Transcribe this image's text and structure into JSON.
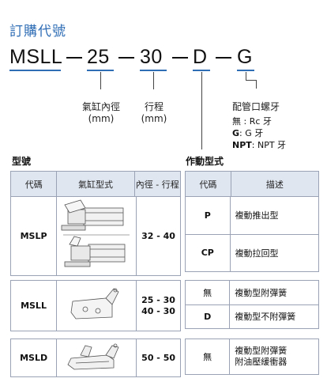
{
  "title": "訂購代號",
  "code": {
    "parts": [
      "MSLL",
      "25",
      "30",
      "D",
      "G"
    ]
  },
  "params": {
    "bore": {
      "label": "氣缸內徑",
      "unit": "(mm)"
    },
    "stroke": {
      "label": "行程",
      "unit": "(mm)"
    },
    "port": {
      "label": "配管口螺牙"
    }
  },
  "port_options": [
    {
      "key": "無",
      "sep": " : ",
      "value": "Rc 牙"
    },
    {
      "key": "G",
      "sep": ": ",
      "value": "G 牙"
    },
    {
      "key": "NPT",
      "sep": ": ",
      "value": "NPT 牙"
    }
  ],
  "sections": {
    "model": "型號",
    "action": "作動型式"
  },
  "model_table": {
    "headers": [
      "代碼",
      "氣缸型式",
      "內徑 - 行程"
    ],
    "rows": [
      {
        "code": "MSLP",
        "range": "32 - 40"
      },
      {
        "code": "MSLL",
        "range_line1": "25 - 30",
        "range_line2": "40 - 30"
      },
      {
        "code": "MSLD",
        "range": "50 - 50"
      }
    ]
  },
  "action_table": {
    "headers": [
      "代碼",
      "描述"
    ],
    "rows": [
      {
        "code": "P",
        "desc": "複動推出型"
      },
      {
        "code": "CP",
        "desc": "複動拉回型"
      },
      {
        "code": "無",
        "desc": "複動型附彈簧"
      },
      {
        "code": "D",
        "desc": "複動型不附彈簧"
      },
      {
        "code": "無",
        "desc_line1": "複動型附彈簧",
        "desc_line2": "附油壓緩衝器"
      }
    ]
  }
}
